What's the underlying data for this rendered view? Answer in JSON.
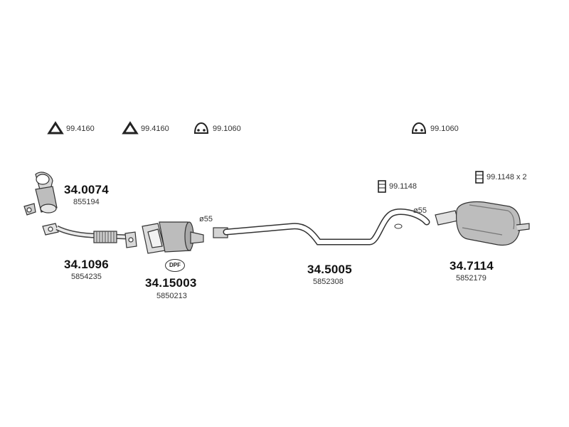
{
  "accessories": {
    "gasket1": "99.4160",
    "gasket2": "99.4160",
    "hanger1": "99.1060",
    "hanger2": "99.1060",
    "clamp1": "99.1148",
    "clamp2": "99.1148 x 2"
  },
  "parts": {
    "cat": {
      "number": "34.0074",
      "oem": "855194"
    },
    "front_pipe": {
      "number": "34.1096",
      "oem": "5854235"
    },
    "dpf": {
      "number": "34.15003",
      "oem": "5850213",
      "badge": "DPF"
    },
    "mid_pipe": {
      "number": "34.5005",
      "oem": "5852308"
    },
    "muffler": {
      "number": "34.7114",
      "oem": "5852179"
    }
  },
  "diameters": {
    "d1": "ø55",
    "d2": "ø55"
  }
}
